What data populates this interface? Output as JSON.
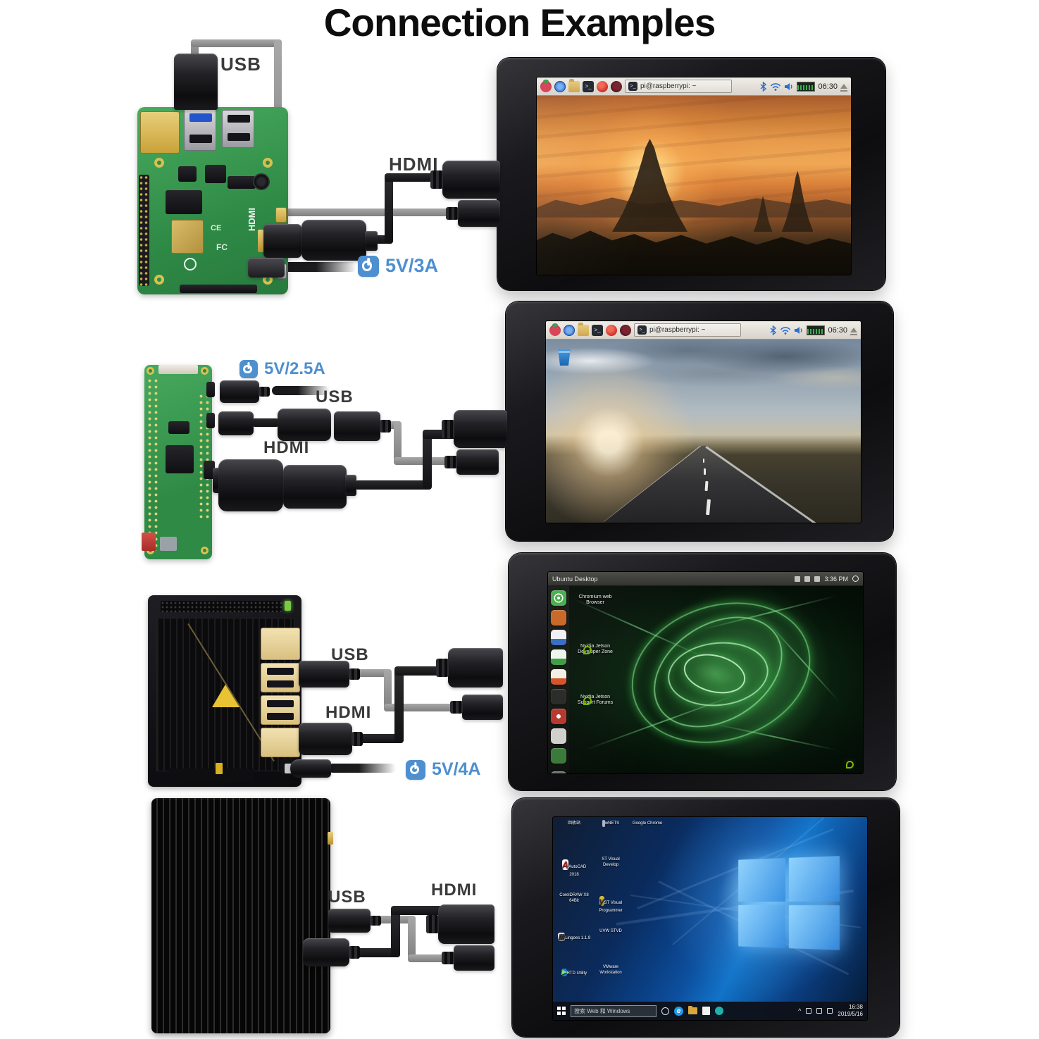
{
  "title": "Connection Examples",
  "colors": {
    "accent_blue": "#4e8fd0",
    "label_gray": "#3a3a3a",
    "pcb_green": "#3f9e53",
    "nvidia_green": "#76b900"
  },
  "sections": [
    {
      "device": "Raspberry Pi 4",
      "labels": {
        "usb": "USB",
        "hdmi": "HDMI",
        "power": "5V/3A"
      },
      "pcb_marks": {
        "hdmi": "HDMI",
        "ce": "CE",
        "fcc": "FC"
      },
      "display": {
        "os": "Raspberry Pi OS",
        "taskbar": {
          "window_button": "pi@raspberrypi: ~",
          "time": "06:30"
        },
        "wallpaper": "Bagan temples at sunset"
      }
    },
    {
      "device": "Raspberry Pi Zero",
      "labels": {
        "usb": "USB",
        "hdmi": "HDMI",
        "power": "5V/2.5A"
      },
      "display": {
        "os": "Raspberry Pi OS",
        "taskbar": {
          "window_button": "pi@raspberrypi: ~",
          "time": "06:30"
        },
        "wallpaper": "Desert highway at dusk"
      }
    },
    {
      "device": "NVIDIA Jetson Nano",
      "labels": {
        "usb": "USB",
        "hdmi": "HDMI",
        "power": "5V/4A"
      },
      "display": {
        "os": "Ubuntu",
        "panel": {
          "title": "Ubuntu Desktop",
          "time": "3:36 PM"
        },
        "shortcuts": [
          {
            "label": "Chromium web Browser"
          },
          {
            "label": "Nvidia Jetson Developer Zone"
          },
          {
            "label": "Nvidia Jetson Support Forums"
          }
        ],
        "wallpaper": "NVIDIA green abstract"
      }
    },
    {
      "device": "Fanless mini PC",
      "labels": {
        "usb": "USB",
        "hdmi": "HDMI"
      },
      "display": {
        "os": "Windows 10",
        "taskbar": {
          "search": "搜索 Web 和 Windows",
          "time": "16:38",
          "date": "2019/5/16"
        },
        "shortcuts": [
          {
            "label": "回收站"
          },
          {
            "label": "wNETS"
          },
          {
            "label": "Google Chrome"
          },
          {
            "label": "AutoCAD 2018"
          },
          {
            "label": "ST Visual Develop"
          },
          {
            "label": "CorelDRAW X8 64Bit"
          },
          {
            "label": "ST Visual Programmer"
          },
          {
            "label": "Lingoes 1.1.9"
          },
          {
            "label": "UVW STVD"
          },
          {
            "label": "RTD Utility"
          },
          {
            "label": "VMware Workstation"
          }
        ],
        "wallpaper": "Windows 10 hero"
      }
    }
  ]
}
